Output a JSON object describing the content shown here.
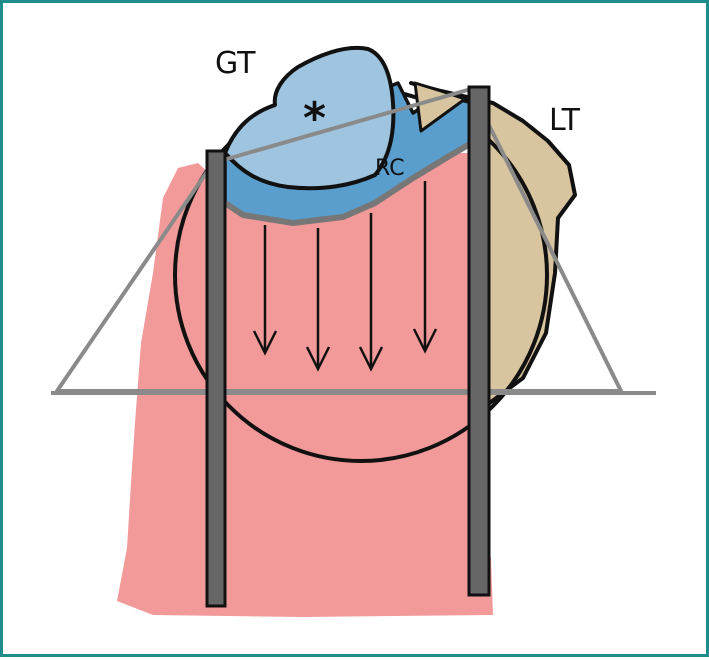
{
  "labels": {
    "gt": "GT",
    "lt": "LT",
    "rc": "RC",
    "marker": "*"
  },
  "colors": {
    "frame": "#1e8c8a",
    "soft_tissue": "#f29a9a",
    "lesser_tuberosity": "#d8c49e",
    "greater_tuberosity": "#9fc4df",
    "rotator_cuff": "#5a9ecd",
    "rod": "#666666",
    "outline": "#111111",
    "triangle": "#8a8a8a"
  },
  "icons": {
    "arrow": "down-arrow-icon"
  }
}
